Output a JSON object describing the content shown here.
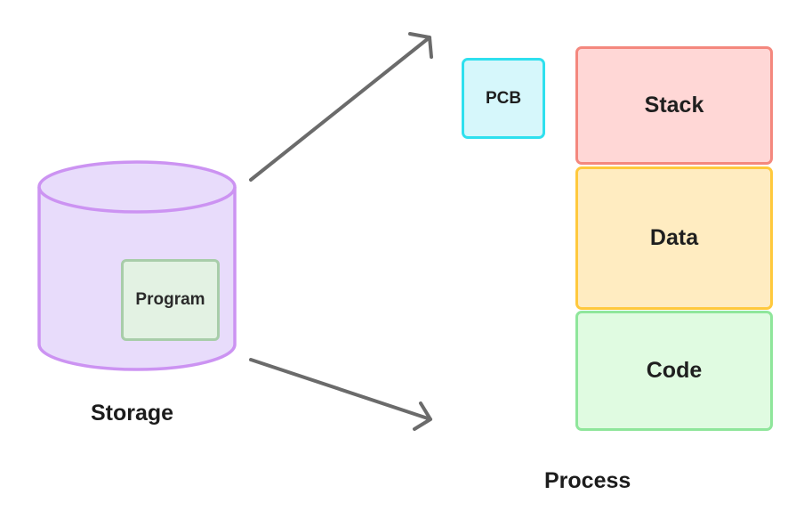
{
  "storage": {
    "label": "Storage",
    "program_label": "Program",
    "colors": {
      "cylinder_fill": "#e8dcfb",
      "cylinder_stroke": "#cc93f2",
      "program_fill": "#e3f2e3",
      "program_stroke": "#a8cda9"
    }
  },
  "process": {
    "label": "Process",
    "pcb_label": "PCB",
    "segments": [
      {
        "label": "Stack",
        "fill": "#ffd7d6",
        "stroke": "#f4887e"
      },
      {
        "label": "Data",
        "fill": "#ffecc1",
        "stroke": "#ffc93d"
      },
      {
        "label": "Code",
        "fill": "#e0fbe1",
        "stroke": "#8fe69b"
      }
    ],
    "pcb_colors": {
      "fill": "#d6f7fb",
      "stroke": "#2fe0ee"
    }
  },
  "arrows": {
    "color": "#6b6b6b"
  }
}
